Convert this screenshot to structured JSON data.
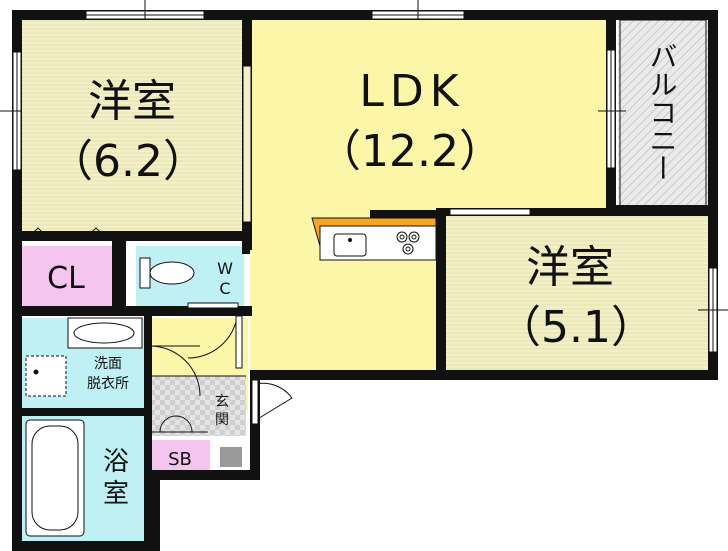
{
  "rooms": {
    "western_room_1": {
      "name": "洋室",
      "size": "（6.2）"
    },
    "ldk": {
      "name": "LDK",
      "size": "（12.2）"
    },
    "western_room_2": {
      "name": "洋室",
      "size": "（5.1）"
    },
    "balcony": {
      "name": "バルコニー"
    },
    "closet": {
      "name": "CL"
    },
    "toilet": {
      "name_top": "W",
      "name_bottom": "C"
    },
    "washroom": {
      "name_top": "洗面",
      "name_bottom": "脱衣所"
    },
    "bathroom": {
      "name_top": "浴",
      "name_bottom": "室"
    },
    "entrance": {
      "name_top": "玄",
      "name_bottom": "関"
    },
    "shoe_box": {
      "name": "SB"
    }
  },
  "colors": {
    "wall": "#111111",
    "bedroom_floor": "#f3f0c8",
    "ldk_floor": "#fbf6a8",
    "balcony_floor": "#e6e6e6",
    "closet_floor": "#f4c5ef",
    "wet_area_floor": "#bff0f4",
    "entrance_floor": "#dddddd",
    "kitchen_counter": "#f5a623"
  }
}
